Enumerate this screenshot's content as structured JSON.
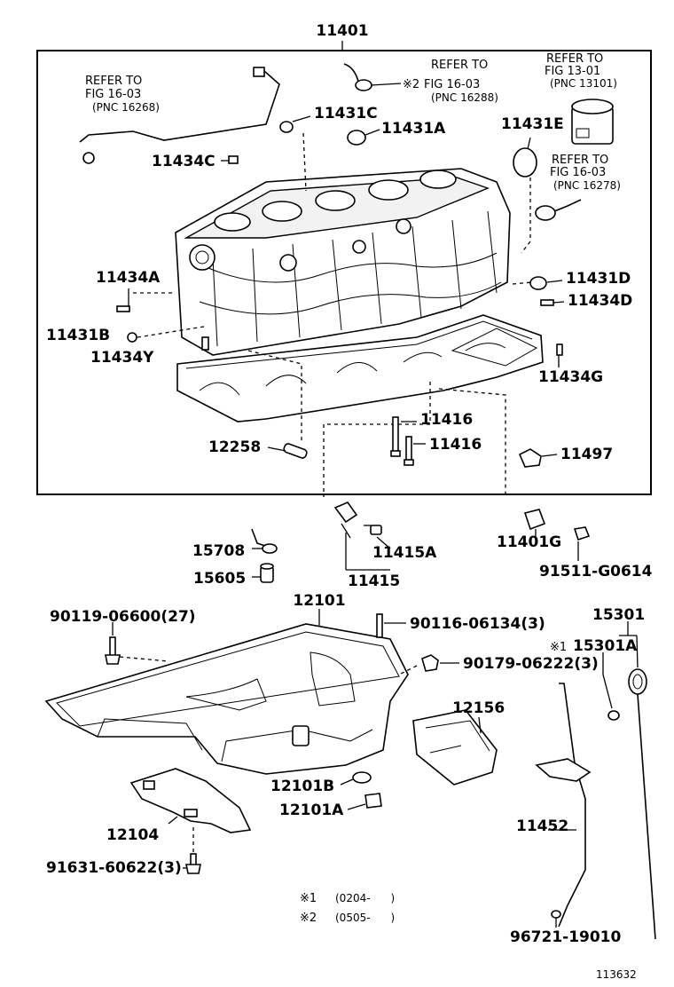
{
  "main_part": "11401",
  "labels": {
    "p11431C": "11431C",
    "p11431A": "11431A",
    "p11431E": "11431E",
    "p11434C": "11434C",
    "p11434A": "11434A",
    "p11431D": "11431D",
    "p11434D": "11434D",
    "p11431B": "11431B",
    "p11434Y": "11434Y",
    "p11434G": "11434G",
    "p11416a": "11416",
    "p11416b": "11416",
    "p12258": "12258",
    "p11497": "11497",
    "p15708": "15708",
    "p11415A": "11415A",
    "p15605": "15605",
    "p11415": "11415",
    "p11401G": "11401G",
    "p91511": "91511-G0614",
    "p12101": "12101",
    "p90119": "90119-06600(27)",
    "p90116": "90116-06134(3)",
    "p15301": "15301",
    "p15301A": "15301A",
    "p90179": "90179-06222(3)",
    "p12156": "12156",
    "p12101B": "12101B",
    "p12101A": "12101A",
    "p12104": "12104",
    "p91631": "91631-60622(3)",
    "p11452": "11452",
    "p96721": "96721-19010"
  },
  "marks": {
    "m1": "※1",
    "m2": "※2"
  },
  "references": {
    "r1_l1": "REFER TO",
    "r1_l2": "FIG 16-03",
    "r1_l3": "(PNC 16268)",
    "r2_l1": "REFER TO",
    "r2_l2": "FIG 16-03",
    "r2_l3": "(PNC 16288)",
    "r3_l1": "REFER TO",
    "r3_l2": "FIG 13-01",
    "r3_l3": "(PNC 13101)",
    "r4_l1": "REFER TO",
    "r4_l2": "FIG 16-03",
    "r4_l3": "(PNC 16278)"
  },
  "legend": [
    {
      "mark": "※1",
      "range": "(0204-      )"
    },
    {
      "mark": "※2",
      "range": "(0505-      )"
    }
  ],
  "figure_id": "113632"
}
